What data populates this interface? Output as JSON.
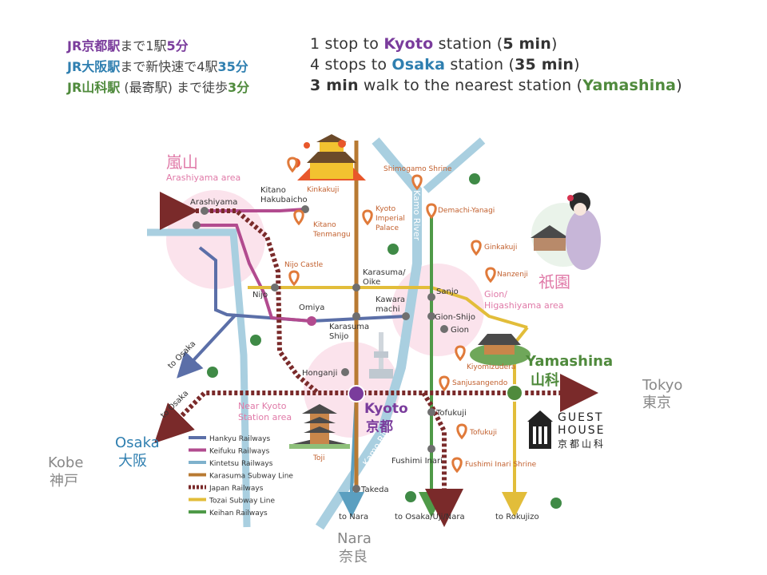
{
  "header": {
    "rows": [
      {
        "jp_name": "JR京都駅",
        "jp_mid": "まで1駅",
        "jp_time": "5分",
        "en_a": "1 stop to ",
        "en_station": "Kyoto",
        "en_b": " station (",
        "en_time": "5 min",
        "en_c": ")"
      },
      {
        "jp_name": "JR大阪駅",
        "jp_mid": "まで新快速で4駅",
        "jp_time": "35分",
        "en_a": "4 stops to ",
        "en_station": "Osaka",
        "en_b": " station (",
        "en_time": "35 min",
        "en_c": ")"
      },
      {
        "jp_name": "JR山科駅",
        "jp_mid": " (最寄駅) まで徒歩",
        "jp_time": "3分",
        "en_a": "",
        "en_time": "3 min",
        "en_b": " walk to the nearest station (",
        "en_station": "Yamashina",
        "en_c": ")"
      }
    ]
  },
  "areas": {
    "arashiyama": {
      "jp": "嵐山",
      "en": "Arashiyama area"
    },
    "gion": {
      "jp": "祇園",
      "en1": "Gion/",
      "en2": "Higashiyama area"
    },
    "near_kyoto": {
      "en1": "Near Kyoto",
      "en2": "Station area"
    }
  },
  "cities": {
    "yamashina": {
      "en": "Yamashina",
      "jp": "山科"
    },
    "kyoto": {
      "en": "Kyoto",
      "jp": "京都"
    },
    "tokyo": {
      "en": "Tokyo",
      "jp": "東京"
    },
    "osaka": {
      "en": "Osaka",
      "jp": "大阪"
    },
    "kobe": {
      "en": "Kobe",
      "jp": "神戸"
    },
    "nara": {
      "en": "Nara",
      "jp": "奈良"
    }
  },
  "stations": {
    "arashiyama": "Arashiyama",
    "kitano1": "Kitano",
    "kitano2": "Hakubaicho",
    "nijo": "Nijo",
    "omiya": "Omiya",
    "karasuma_oike1": "Karasuma/",
    "karasuma_oike2": "Oike",
    "kawaramachi1": "Kawara",
    "kawaramachi2": "machi",
    "karasuma_shijo1": "Karasuma",
    "karasuma_shijo2": "Shijo",
    "sanjo": "Sanjo",
    "gion_shijo": "Gion-Shijo",
    "gion": "Gion",
    "honganji": "Honganji",
    "tofukuji": "Tofukuji",
    "fushimi_inari": "Fushimi Inari",
    "takeda": "Takeda"
  },
  "sights": {
    "kinkakuji": "Kinkakuji",
    "shimogamo": "Shimogamo Shrine",
    "demachi": "Demachi-Yanagi",
    "kitano_tenmangu1": "Kitano",
    "kitano_tenmangu2": "Tenmangu",
    "imperial1": "Kyoto",
    "imperial2": "Imperial",
    "imperial3": "Palace",
    "ginkakuji": "Ginkakuji",
    "nanzenji": "Nanzenji",
    "nijo_castle": "Nijo Castle",
    "kiyomizudera": "Kiyomizudera",
    "sanjusangendo": "Sanjusangendo",
    "tofukuji": "Tofukuji",
    "fushimi_shrine": "Fushimi Inari Shrine",
    "toji": "Toji"
  },
  "river": "Kamo River",
  "directions": {
    "to_osaka_1": "to Osaka",
    "to_osaka_2": "to Osaka",
    "to_nara": "to Nara",
    "to_osaka_uji_nara": "to Osaka/Uji/Nara",
    "to_rokujizo": "to Rokujizo"
  },
  "legend": [
    {
      "label": "Hankyu Railways",
      "color": "#5b6fa8",
      "style": "solid"
    },
    {
      "label": "Keifuku Railways",
      "color": "#b24b8f",
      "style": "solid"
    },
    {
      "label": "Kintetsu Railways",
      "color": "#7fb1cc",
      "style": "solid"
    },
    {
      "label": "Karasuma Subway Line",
      "color": "#b87a32",
      "style": "solid"
    },
    {
      "label": "Japan Railways",
      "color": "#7a2a2a",
      "style": "dashed"
    },
    {
      "label": "Tozai Subway Line",
      "color": "#e2bd3a",
      "style": "solid"
    },
    {
      "label": "Keihan Railways",
      "color": "#4f9a48",
      "style": "solid"
    }
  ],
  "logo": {
    "line1": "GUEST",
    "line2": "HOUSE",
    "line3": "京都山科"
  },
  "colors": {
    "purple": "#7a3c9c",
    "blue": "#2f7fb0",
    "green": "#4f8a3c",
    "pink": "#e07aa8",
    "pin": "#e07a3a",
    "river": "#a9cfe0"
  }
}
